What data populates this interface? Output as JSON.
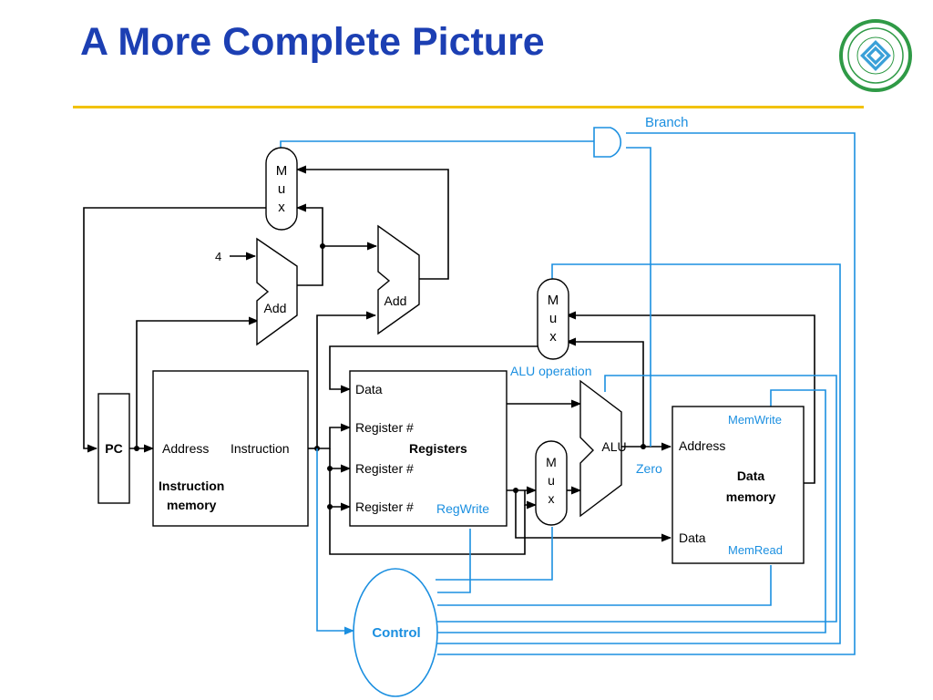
{
  "slide": {
    "title": "A More Complete Picture"
  },
  "logo": {
    "name": "university-seal"
  },
  "colors": {
    "title": "#1c3fb3",
    "divider": "#f2c200",
    "control": "#1b8fe0",
    "data": "#000000"
  },
  "diagram": {
    "labels": {
      "branch": "Branch",
      "mux_top": [
        "M",
        "u",
        "x"
      ],
      "four": "4",
      "add1": "Add",
      "add2": "Add",
      "mux_alusrc": [
        "M",
        "u",
        "x"
      ],
      "mux_memtoreg": [
        "M",
        "u",
        "x"
      ],
      "alu_operation": "ALU operation",
      "pc": "PC",
      "im_address": "Address",
      "im_instruction": "Instruction",
      "im_name1": "Instruction",
      "im_name2": "memory",
      "rf_data": "Data",
      "rf_reg1": "Register #",
      "rf_reg2": "Register #",
      "rf_reg3": "Register #",
      "rf_name": "Registers",
      "regwrite": "RegWrite",
      "alu": "ALU",
      "zero": "Zero",
      "memwrite": "MemWrite",
      "dm_address": "Address",
      "dm_name1": "Data",
      "dm_name2": "memory",
      "dm_data": "Data",
      "memread": "MemRead",
      "control": "Control"
    }
  }
}
